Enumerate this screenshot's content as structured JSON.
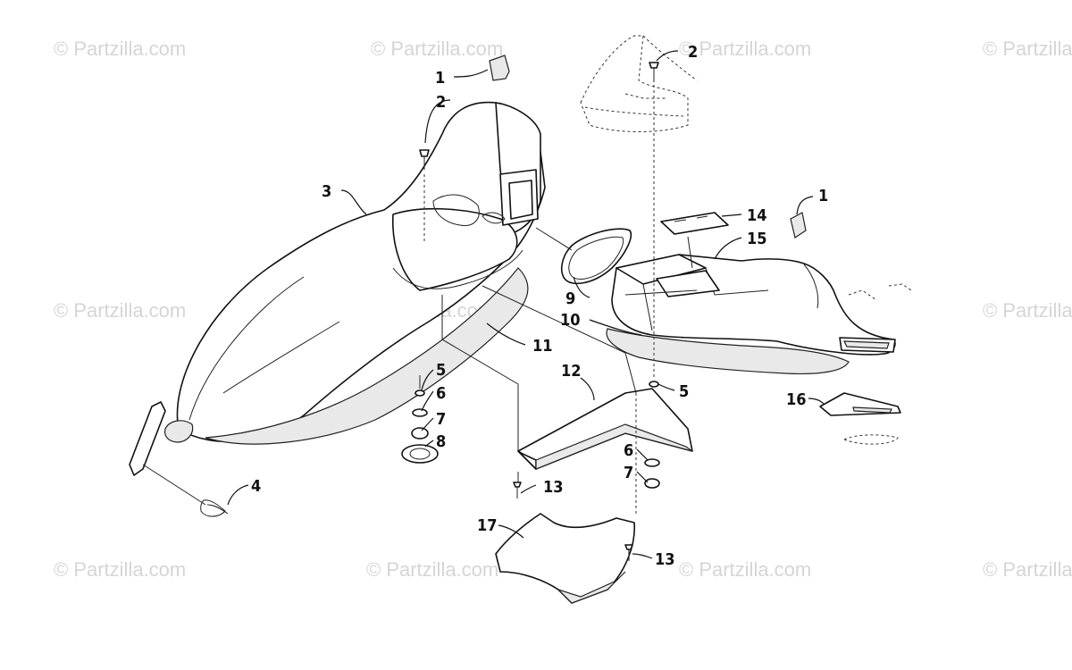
{
  "watermark": {
    "text": "© Partzilla.com"
  },
  "callouts": {
    "c1a": "1",
    "c2a": "2",
    "c2b": "2",
    "c3": "3",
    "c1b": "1",
    "c14": "14",
    "c15": "15",
    "c9": "9",
    "c10": "10",
    "c11": "11",
    "c12": "12",
    "c5a": "5",
    "c6a": "6",
    "c7a": "7",
    "c8": "8",
    "c5b": "5",
    "c16": "16",
    "c4": "4",
    "c13a": "13",
    "c6b": "6",
    "c7b": "7",
    "c17": "17",
    "c13b": "13"
  }
}
